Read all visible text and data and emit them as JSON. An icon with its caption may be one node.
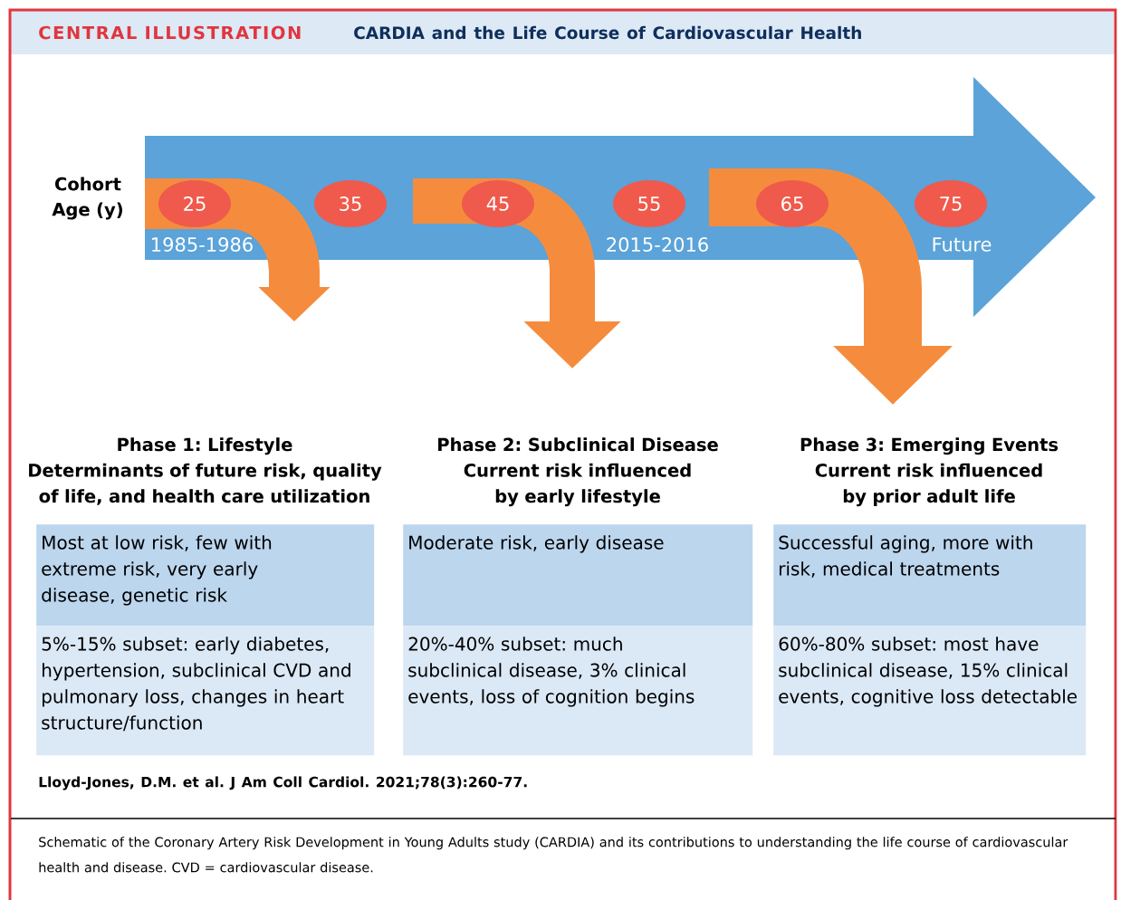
{
  "diagram": {
    "title": "CARDIA and the Life Course of Cardiovascular Health",
    "nodes": [
      {
        "text": [
          "1985-1986",
          "2015-2016",
          "Future"
        ]
      },
      {
        "text": [
          "25"
        ],
        "in": 0
      },
      {
        "text": [
          "35"
        ],
        "in": 0
      },
      {
        "text": [
          "45"
        ],
        "in": 0
      },
      {
        "text": [
          "55"
        ],
        "in": 0
      },
      {
        "text": [
          "65"
        ],
        "in": 0
      },
      {
        "text": [
          "75"
        ],
        "in": 0
      },
      {
        "text": [
          "Phase 1: Lifestyle",
          "Determinants of future risk, quality of life, and health care utilization"
        ]
      },
      {
        "text": [
          "Most at low risk, few with extreme risk, very early disease, genetic risk"
        ]
      },
      {
        "text": [
          "5%-15% subset: early diabetes, hypertension, subclinical CVD and pulmonary loss, changes in heart structure/function"
        ]
      },
      {
        "text": [
          "Phase 2: Subclinical Disease",
          "Current risk influenced by early lifestyle"
        ]
      },
      {
        "text": [
          "Moderate risk, early disease"
        ]
      },
      {
        "text": [
          "20%-40% subset: much subclinical disease, 3% clinical events, loss of cognition begins"
        ]
      },
      {
        "text": [
          "Phase 3: Emerging Events",
          "Current risk influenced by prior adult life"
        ]
      },
      {
        "text": [
          "Successful aging, more with risk, medical treatments"
        ]
      },
      {
        "text": [
          "60%-80% subset: most have subclinical disease, 15% clinical events, cognitive loss detectable"
        ]
      }
    ],
    "labels": [
      "CENTRAL ILLUSTRATION",
      "Cohort Age (y)",
      "Lloyd-Jones, D.M. et al. J Am Coll Cardiol. 2021;78(3):260-77."
    ],
    "caption": "Schematic of the Coronary Artery Risk Development in Young Adults study (CARDIA) and its contributions to understanding the life course of cardiovascular health and disease. CVD = cardiovascular disease."
  }
}
